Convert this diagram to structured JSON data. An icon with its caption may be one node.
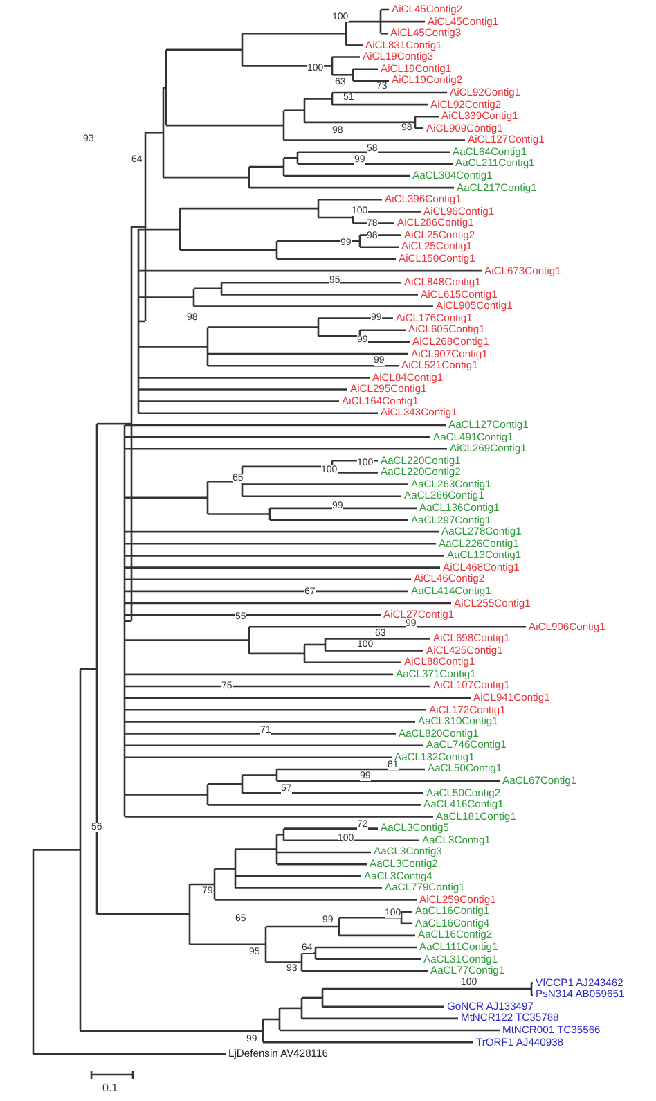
{
  "diagram": {
    "labels": [
      "AiCL45Contig2",
      "AiCL45Contig1",
      "AiCL45Contig3",
      "AiCL831Contig1",
      "AiCL19Contig3",
      "AiCL19Contig1",
      "AiCL19Contig2",
      "AiCL92Contig1",
      "AiCL92Contig2",
      "AiCL339Contig1",
      "AiCL909Contig1",
      "AiCL127Contig1",
      "AaCL64Contig1",
      "AaCL211Contig1",
      "AaCL304Contig1",
      "AaCL217Contig1",
      "AiCL396Contig1",
      "AiCL96Contig1",
      "AiCL286Contig1",
      "AiCL25Contig2",
      "AiCL25Contig1",
      "AiCL150Contig1",
      "AiCL673Contig1",
      "AiCL848Contig1",
      "AiCL615Contig1",
      "AiCL905Contig1",
      "AiCL176Contig1",
      "AiCL605Contig1",
      "AiCL268Contig1",
      "AiCL907Contig1",
      "AiCL521Contig1",
      "AiCL84Contig1",
      "AiCL295Contig1",
      "AiCL164Contig1",
      "AiCL343Contig1",
      "AaCL127Contig1",
      "AaCL491Contig1",
      "AiCL269Contig1",
      "AaCL220Contig1",
      "AaCL220Contig2",
      "AaCL263Contig1",
      "AaCL266Contig1",
      "AaCL136Contig1",
      "AaCL297Contig1",
      "AaCL278Contig1",
      "AaCL226Contig1",
      "AaCL13Contig1",
      "AiCL468Contig1",
      "AiCL46Contig2",
      "AaCL414Contig1",
      "AiCL255Contig1",
      "AiCL27Contig1",
      "AiCL906Contig1",
      "AiCL698Contig1",
      "AiCL425Contig1",
      "AiCL88Contig1",
      "AaCL371Contig1",
      "AiCL107Contig1",
      "AiCL941Contig1",
      "AiCL172Contig1",
      "AaCL310Contig1",
      "AaCL820Contig1",
      "AaCL746Contig1",
      "AaCL132Contig1",
      "AaCL50Contig1",
      "AaCL67Contig1",
      "AaCL50Contig2",
      "AaCL416Contig1",
      "AaCL181Contig1",
      "AaCL3Contig5",
      "AaCL3Contig1",
      "AaCL3Contig3",
      "AaCL3Contig2",
      "AaCL3Contig4",
      "AaCL779Contig1",
      "AiCL259Contig1",
      "AaCL16Contig1",
      "AaCL16Contig4",
      "AaCL16Contig2",
      "AaCL111Contig1",
      "AaCL31Contig1",
      "AaCL77Contig1",
      "VfCCP1 AJ243462",
      "PsN314 AB059651",
      "GoNCR AJ133497",
      "MtNCR122 TC35788",
      "MtNCR001 TC35566",
      "TrORF1 AJ440938",
      "LjDefensin AV428116",
      "100",
      "100",
      "63",
      "73",
      "51",
      "98",
      "98",
      "93",
      "58",
      "64",
      "99",
      "100",
      "78",
      "98",
      "99",
      "95",
      "98",
      "99",
      "99",
      "99",
      "100",
      "100",
      "65",
      "99",
      "67",
      "55",
      "99",
      "63",
      "100",
      "75",
      "71",
      "81",
      "99",
      "57",
      "56",
      "72",
      "100",
      "79",
      "100",
      "65",
      "99",
      "95",
      "64",
      "93",
      "100",
      "99",
      "0.1"
    ]
  }
}
